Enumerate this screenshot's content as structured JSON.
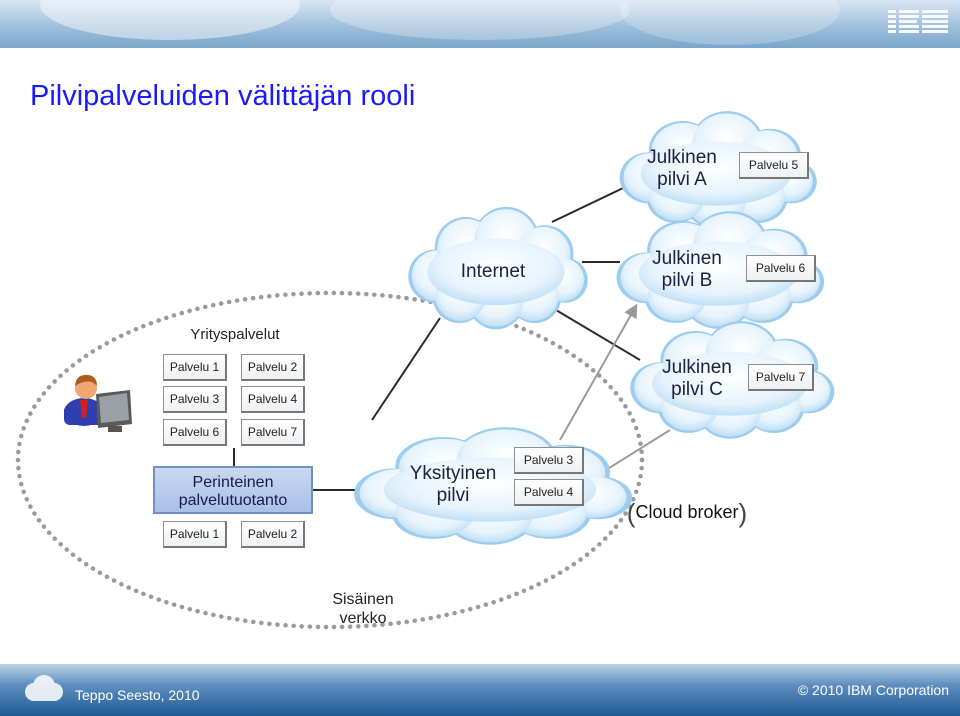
{
  "title": "Pilvipalveluiden välittäjän rooli",
  "clouds": {
    "public_a": "Julkinen\npilvi A",
    "public_b": "Julkinen\npilvi B",
    "public_c": "Julkinen\npilvi C",
    "internet": "Internet",
    "private": "Yksityinen\npilvi"
  },
  "services": {
    "a_5": "Palvelu 5",
    "b_6": "Palvelu 6",
    "c_7": "Palvelu 7",
    "ent_1": "Palvelu 1",
    "ent_2": "Palvelu 2",
    "ent_3": "Palvelu 3",
    "ent_4": "Palvelu 4",
    "ent_6": "Palvelu 6",
    "ent_7": "Palvelu 7",
    "priv_3": "Palvelu 3",
    "priv_4": "Palvelu 4",
    "legacy_1": "Palvelu 1",
    "legacy_2": "Palvelu 2"
  },
  "enterprise_heading": "Yrityspalvelut",
  "legacy_label": "Perinteinen\npalvelutuotanto",
  "cloud_broker": "Cloud broker",
  "internal_network": "Sisäinen\nverkko",
  "footer": {
    "author": "Teppo Seesto, 2010",
    "copyright": "© 2010 IBM Corporation"
  },
  "icons": [
    "user-at-computer-icon",
    "ibm-logo",
    "footer-cloud-icon"
  ],
  "colors": {
    "title": "#1a1aff",
    "cloud_fill": "#dbeefa",
    "cloud_edge": "#8fc6ee",
    "legacy_fill": "#b4c9ea"
  }
}
